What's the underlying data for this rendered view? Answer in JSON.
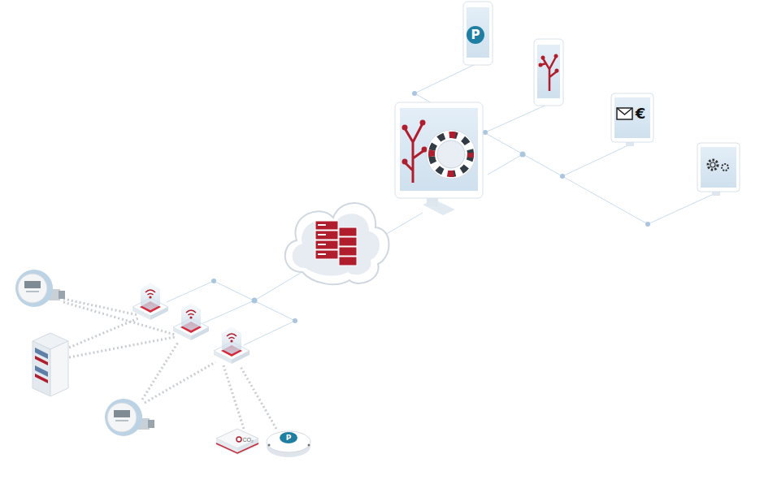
{
  "diagram": {
    "labels": [
      "P",
      "€",
      "CO₂",
      "P"
    ]
  }
}
